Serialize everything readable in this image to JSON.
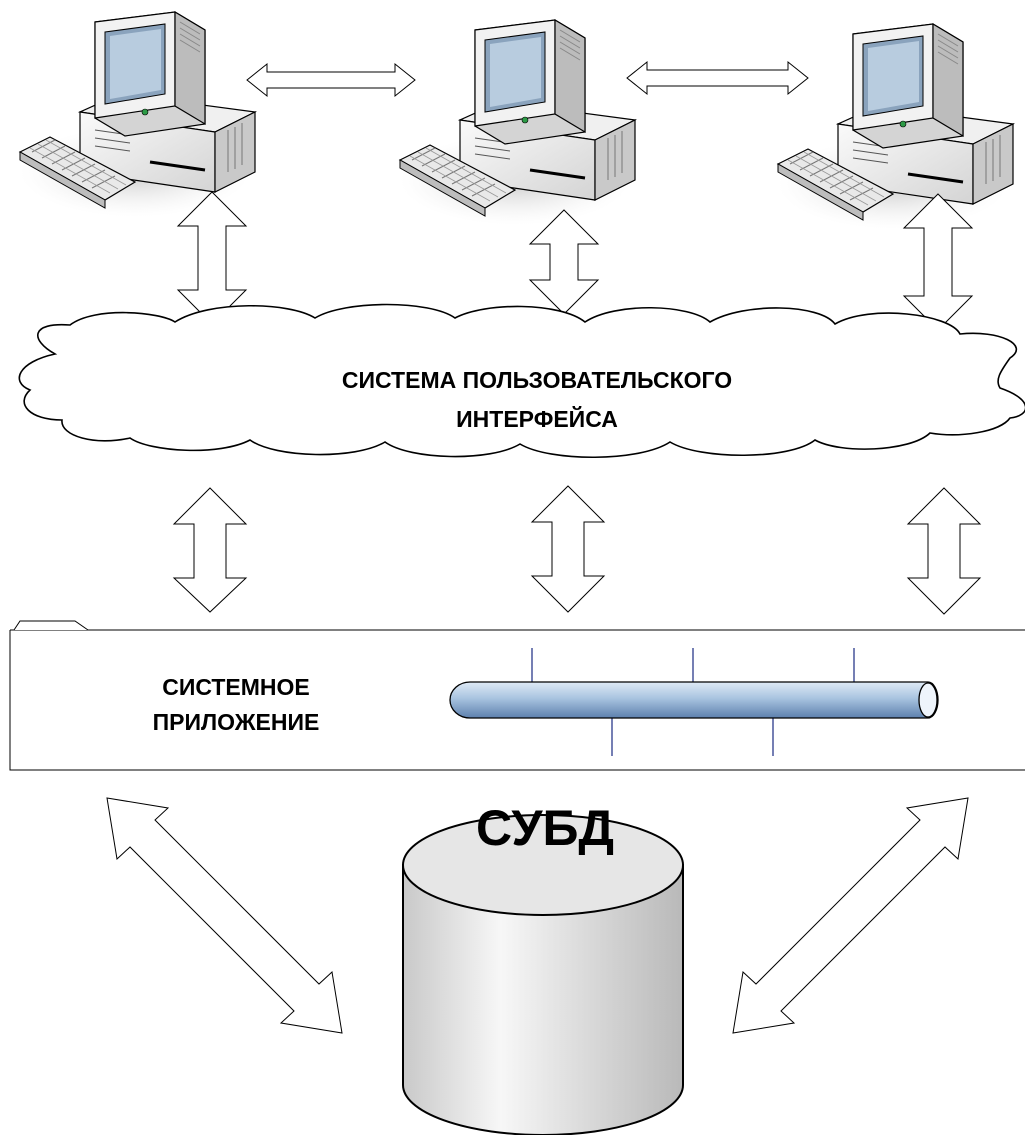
{
  "ui_layer": {
    "line1": "СИСТЕМА ПОЛЬЗОВАТЕЛЬСКОГО",
    "line2": "ИНТЕРФЕЙСА"
  },
  "application": {
    "line1": "СИСТЕМНОЕ",
    "line2": "ПРИЛОЖЕНИЕ"
  },
  "database": {
    "label": "СУБД"
  },
  "colors": {
    "line": "#000000",
    "pipe": "#a9c4e0",
    "pipe_dark": "#5d80ad",
    "bus_line": "#2b3a8c",
    "monitor_screen": "#b8ccdf",
    "cylinder": "#e6e6e6"
  }
}
